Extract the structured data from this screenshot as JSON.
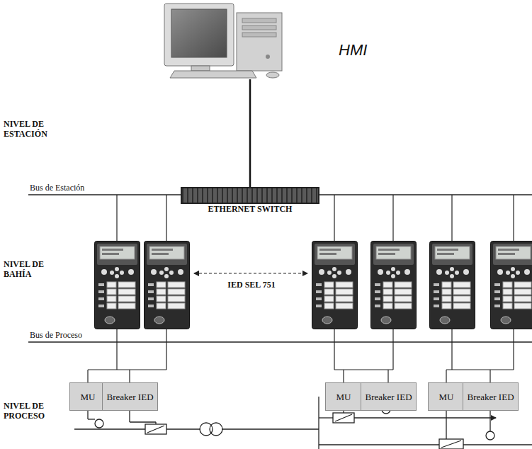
{
  "diagram": {
    "nodes": [
      {
        "text": [
          "HMI"
        ]
      },
      {
        "text": [
          "ETHERNET SWITCH"
        ]
      },
      {
        "text": [
          "MU"
        ]
      },
      {
        "text": [
          "Breaker IED"
        ]
      },
      {
        "text": [
          "MU"
        ]
      },
      {
        "text": [
          "Breaker IED"
        ]
      },
      {
        "text": [
          "MU"
        ]
      },
      {
        "text": [
          "Breaker IED"
        ]
      }
    ],
    "edges": [
      {
        "from": 0,
        "to": 1,
        "arrow": "none"
      }
    ],
    "labels": [
      "NIVEL DE ESTACIÓN",
      "Bus de Estación",
      "NIVEL DE BAHÍA",
      "IED SEL 751",
      "Bus de Proceso",
      "NIVEL DE PROCESO"
    ]
  }
}
